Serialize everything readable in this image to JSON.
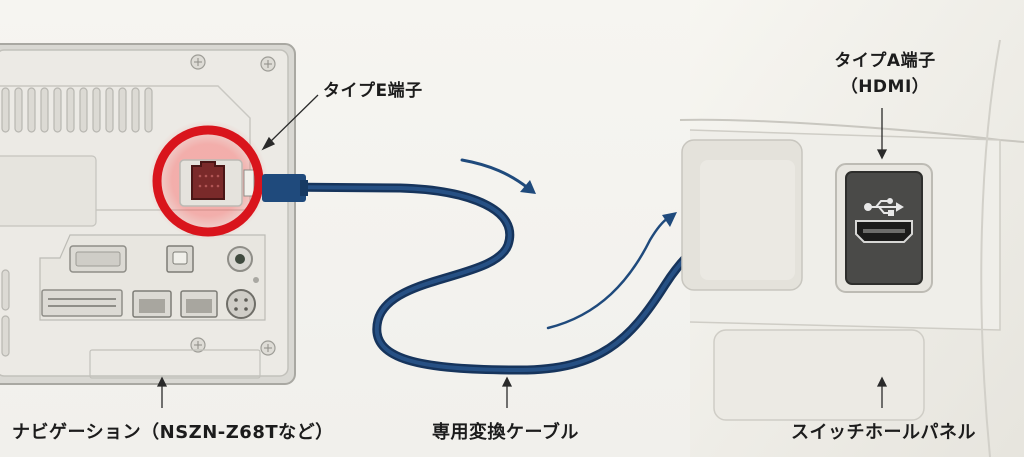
{
  "diagram": {
    "labels": {
      "type_e_port": "タイプE端子",
      "type_a_port_line1": "タイプA端子",
      "type_a_port_line2": "（HDMI）",
      "navigation": "ナビゲーション（NSZN-Z68Tなど）",
      "cable": "専用変換ケーブル",
      "switch_hole_panel": "スイッチホールパネル"
    },
    "colors": {
      "background": "#f3f2ee",
      "cable": "#1f4a7c",
      "highlight_ring": "#d9141c",
      "type_e_connector": "#7a2a2a",
      "hdmi_panel": "#4a4a48",
      "text": "#1c1c1c"
    },
    "icons": [
      "usb-icon",
      "hdmi-port-icon",
      "type-e-connector-icon"
    ]
  }
}
